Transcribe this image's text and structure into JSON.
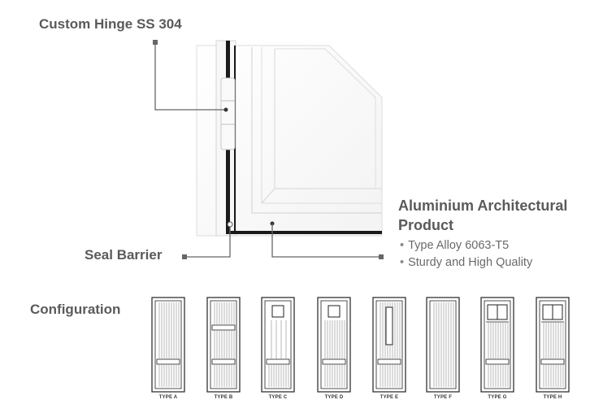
{
  "labels": {
    "hinge": "Custom Hinge SS 304",
    "seal": "Seal Barrier",
    "product_line1": "Aluminium Architectural",
    "product_line2": "Product",
    "configuration": "Configuration"
  },
  "product_bullets": [
    "Type Alloy 6063-T5",
    "Sturdy and High Quality"
  ],
  "config_types": [
    {
      "label": "TYPE A",
      "style": "A"
    },
    {
      "label": "TYPE B",
      "style": "B"
    },
    {
      "label": "TYPE C",
      "style": "C"
    },
    {
      "label": "TYPE D",
      "style": "D"
    },
    {
      "label": "TYPE E",
      "style": "E"
    },
    {
      "label": "TYPE F",
      "style": "F"
    },
    {
      "label": "TYPE G",
      "style": "G"
    },
    {
      "label": "TYPE H",
      "style": "H"
    }
  ],
  "colors": {
    "text": "#5a5a5a",
    "frame": "#1a1a1a",
    "callout": "#666666"
  }
}
